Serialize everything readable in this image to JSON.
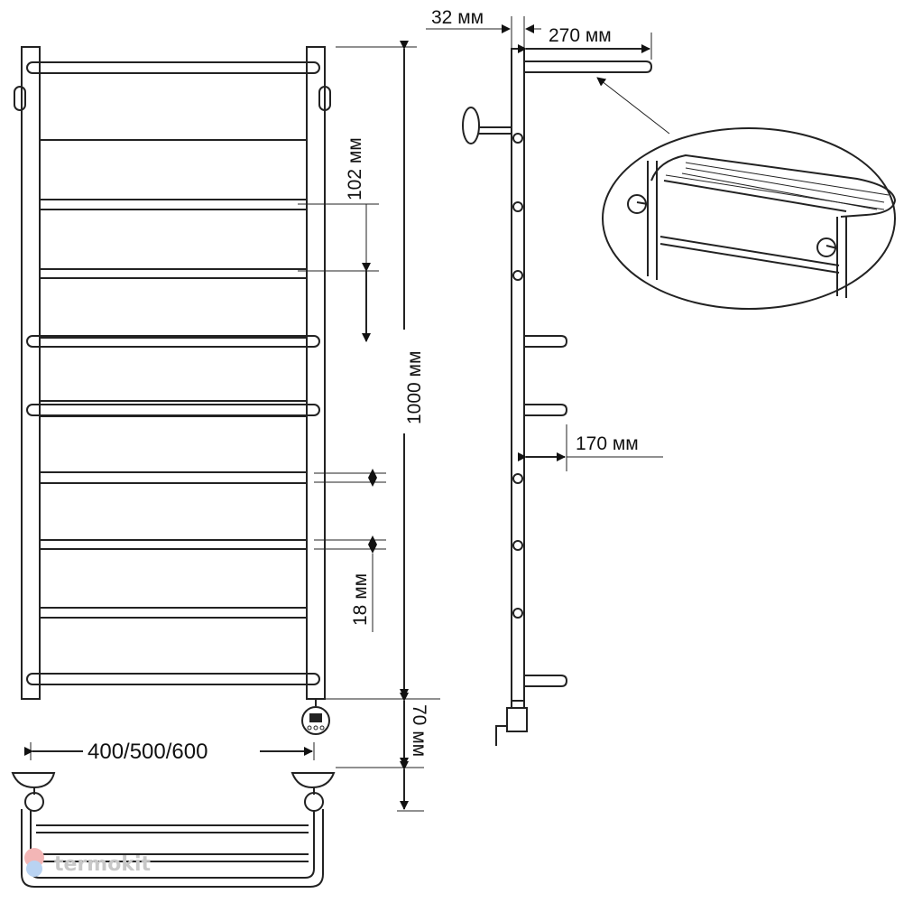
{
  "dimensions": {
    "side_offset": "32 мм",
    "shelf_depth": "270 мм",
    "rung_spacing": "102 мм",
    "total_height": "1000 мм",
    "bar_depth": "170 мм",
    "tube_diameter": "18 мм",
    "heater_length": "70 мм",
    "widths": "400/500/600"
  },
  "watermark": {
    "text": "termokit"
  },
  "colors": {
    "line": "#222222",
    "watermark": "#c8c8c8"
  }
}
